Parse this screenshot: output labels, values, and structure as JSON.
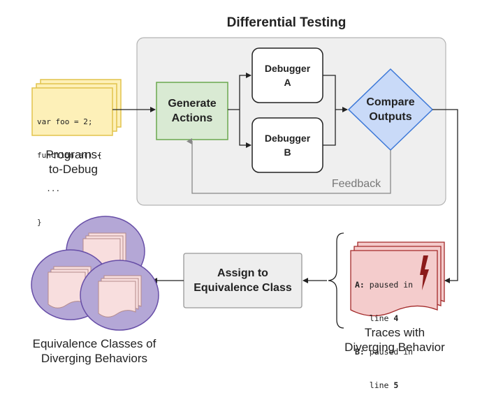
{
  "title": "Differential Testing",
  "programs": {
    "code_lines": [
      "var foo = 2;",
      "function a() {",
      "  ...",
      "}"
    ],
    "label_line1": "Programs-",
    "label_line2": "to-Debug"
  },
  "generate_actions": {
    "line1": "Generate",
    "line2": "Actions"
  },
  "debugger_a": {
    "line1": "Debugger",
    "line2": "A"
  },
  "debugger_b": {
    "line1": "Debugger",
    "line2": "B"
  },
  "compare_outputs": {
    "line1": "Compare",
    "line2": "Outputs"
  },
  "feedback_label": "Feedback",
  "traces": {
    "line_a_key": "A:",
    "line_a_text": "paused in",
    "line_a2_prefix": "line",
    "line_a2_num": "4",
    "line_b_key": "B:",
    "line_b_text": "paused in",
    "line_b2_prefix": "line",
    "line_b2_num": "5",
    "label_line1": "Traces with",
    "label_line2": "Diverging Behavior"
  },
  "assign": {
    "line1": "Assign to",
    "line2": "Equivalence Class"
  },
  "equivalence": {
    "label_line1": "Equivalence Classes of",
    "label_line2": "Diverging Behaviors"
  },
  "colors": {
    "panel_fill": "#efefef",
    "panel_stroke": "#b3b3b3",
    "program_fill": "#fdf0b8",
    "program_stroke": "#e2c34c",
    "generate_fill": "#d9ead3",
    "generate_stroke": "#6aa84f",
    "compare_fill": "#c9daf8",
    "compare_stroke": "#3c78d8",
    "trace_fill": "#f4cccc",
    "trace_stroke": "#a32a2a",
    "bolt": "#8b1a1a",
    "assign_fill": "#eeeeee",
    "assign_stroke": "#999999",
    "circle_fill": "#b4a7d6",
    "circle_stroke": "#674ea7",
    "doc_fill": "#f8dede",
    "doc_stroke": "#b38a8a",
    "arrow": "#222222",
    "feedback_line": "#888888"
  }
}
